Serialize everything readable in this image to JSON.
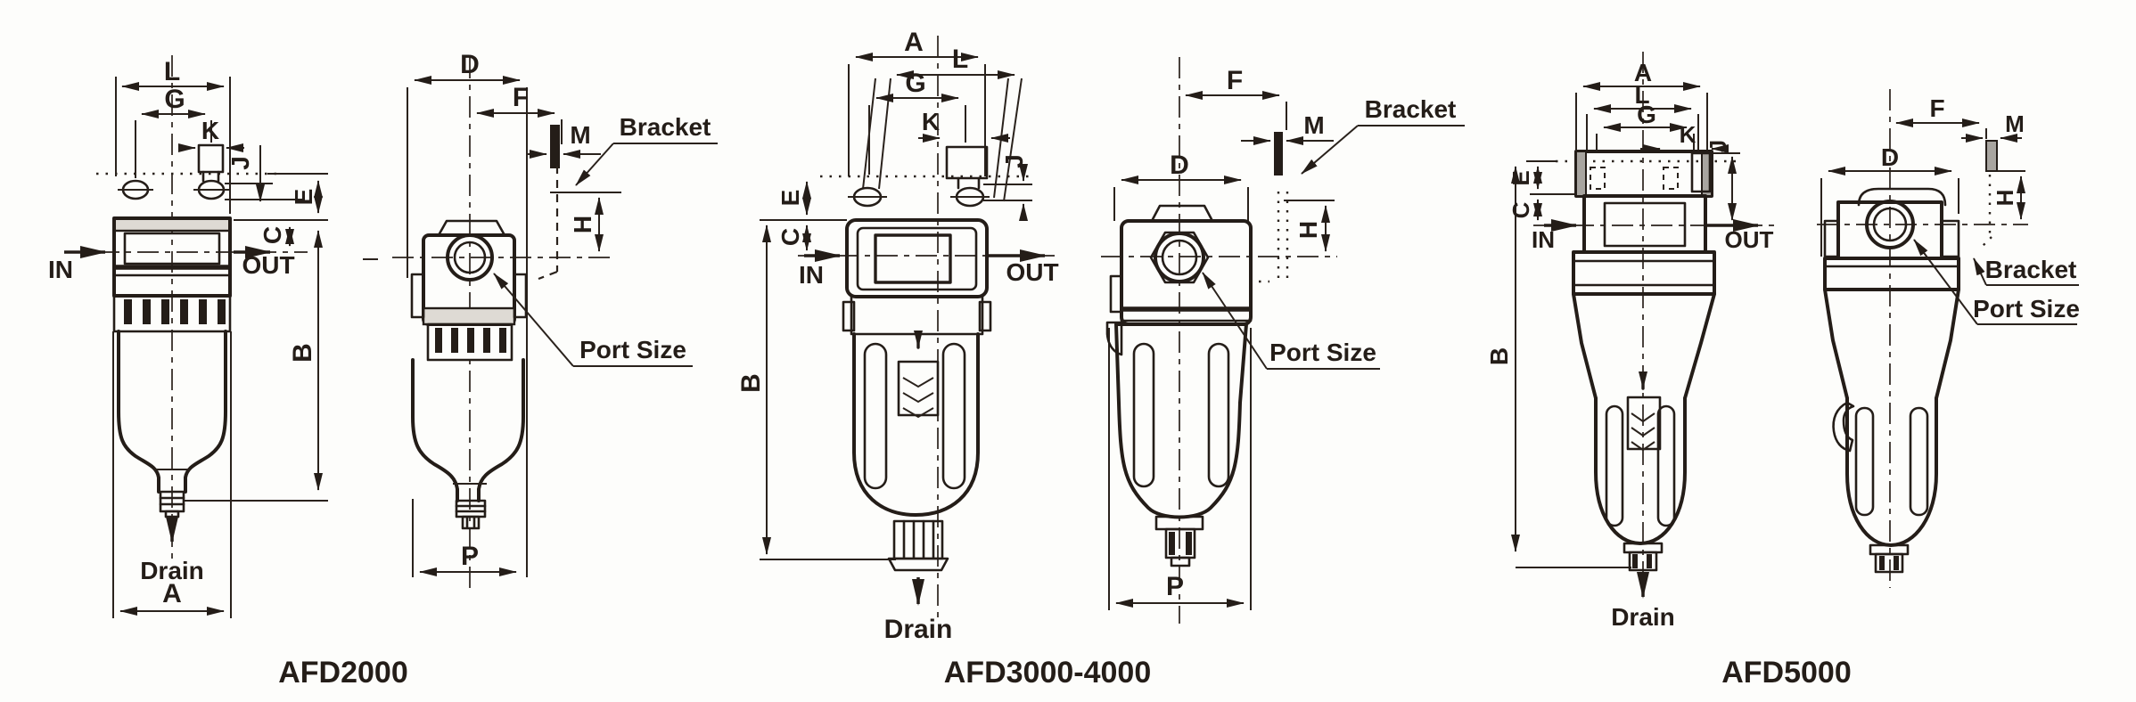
{
  "captions": {
    "afd2000": "AFD2000",
    "afd3000_4000": "AFD3000-4000",
    "afd5000": "AFD5000"
  },
  "views": [
    {
      "dims": {
        "L": "L",
        "G": "G",
        "K": "K",
        "J": "J",
        "E": "E",
        "C": "C",
        "B": "B",
        "A": "A"
      },
      "flow": {
        "in": "IN",
        "out": "OUT"
      },
      "drain": "Drain"
    },
    {
      "dims": {
        "D": "D",
        "F": "F",
        "M": "M",
        "H": "H",
        "P": "P"
      },
      "notes": {
        "bracket": "Bracket",
        "port_size": "Port Size"
      }
    },
    {
      "dims": {
        "A": "A",
        "L": "L",
        "G": "G",
        "K": "K",
        "J": "J",
        "E": "E",
        "C": "C",
        "B": "B"
      },
      "flow": {
        "in": "IN",
        "out": "OUT"
      },
      "drain": "Drain"
    },
    {
      "dims": {
        "F": "F",
        "M": "M",
        "D": "D",
        "H": "H",
        "P": "P"
      },
      "notes": {
        "bracket": "Bracket",
        "port_size": "Port Size"
      }
    },
    {
      "dims": {
        "A": "A",
        "L": "L",
        "G": "G",
        "K": "K",
        "J": "J",
        "E": "E",
        "C": "C",
        "B": "B"
      },
      "flow": {
        "in": "IN",
        "out": "OUT"
      },
      "drain": "Drain"
    },
    {
      "dims": {
        "F": "F",
        "M": "M",
        "D": "D",
        "H": "H"
      },
      "notes": {
        "bracket": "Bracket",
        "port_size": "Port Size"
      }
    }
  ]
}
